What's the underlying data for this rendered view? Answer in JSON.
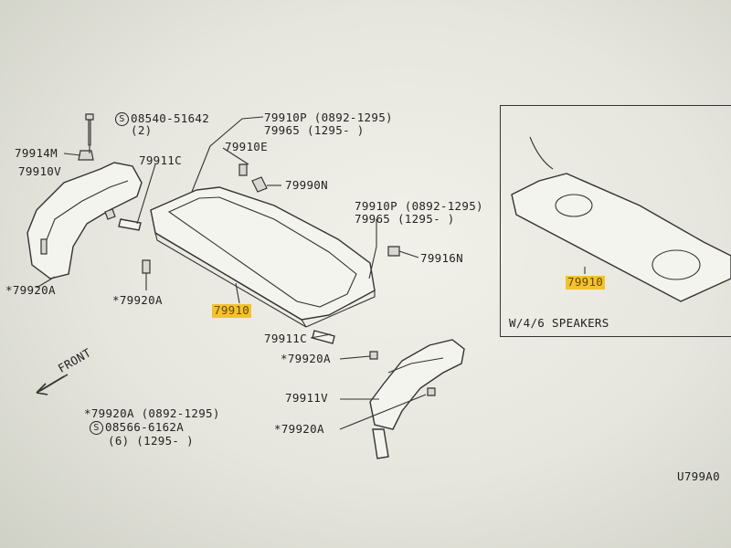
{
  "labels": {
    "bolt_code": "08540-51642",
    "bolt_qty": "(2)",
    "clip_m": "79914M",
    "trim_v": "79910V",
    "part_911c_top": "79911C",
    "part_910p_top": "79910P (0892-1295)",
    "part_965_top": "79965 (1295-      )",
    "part_910e": "79910E",
    "part_990n": "79990N",
    "part_910p_mid": "79910P (0892-1295)",
    "part_965_mid": "79965 (1295-      )",
    "part_916n": "79916N",
    "part_920a_left": "*79920A",
    "part_920a_mid": "*79920A",
    "main_part": "79910",
    "part_911c_bot": "79911C",
    "part_920a_bot1": "*79920A",
    "part_911v": "79911V",
    "part_920a_bot2": "*79920A",
    "front": "FRONT",
    "note_line1": "*79920A (0892-1295)",
    "note_line2": "08566-6162A",
    "note_line3": "(6) (1295-      )",
    "inset_part": "79910",
    "inset_caption": "W/4/6 SPEAKERS",
    "figure_code": "U799A0"
  },
  "symbols": {
    "s_mark": "S"
  },
  "colors": {
    "highlight": "#f2c230",
    "ink": "#333333"
  }
}
